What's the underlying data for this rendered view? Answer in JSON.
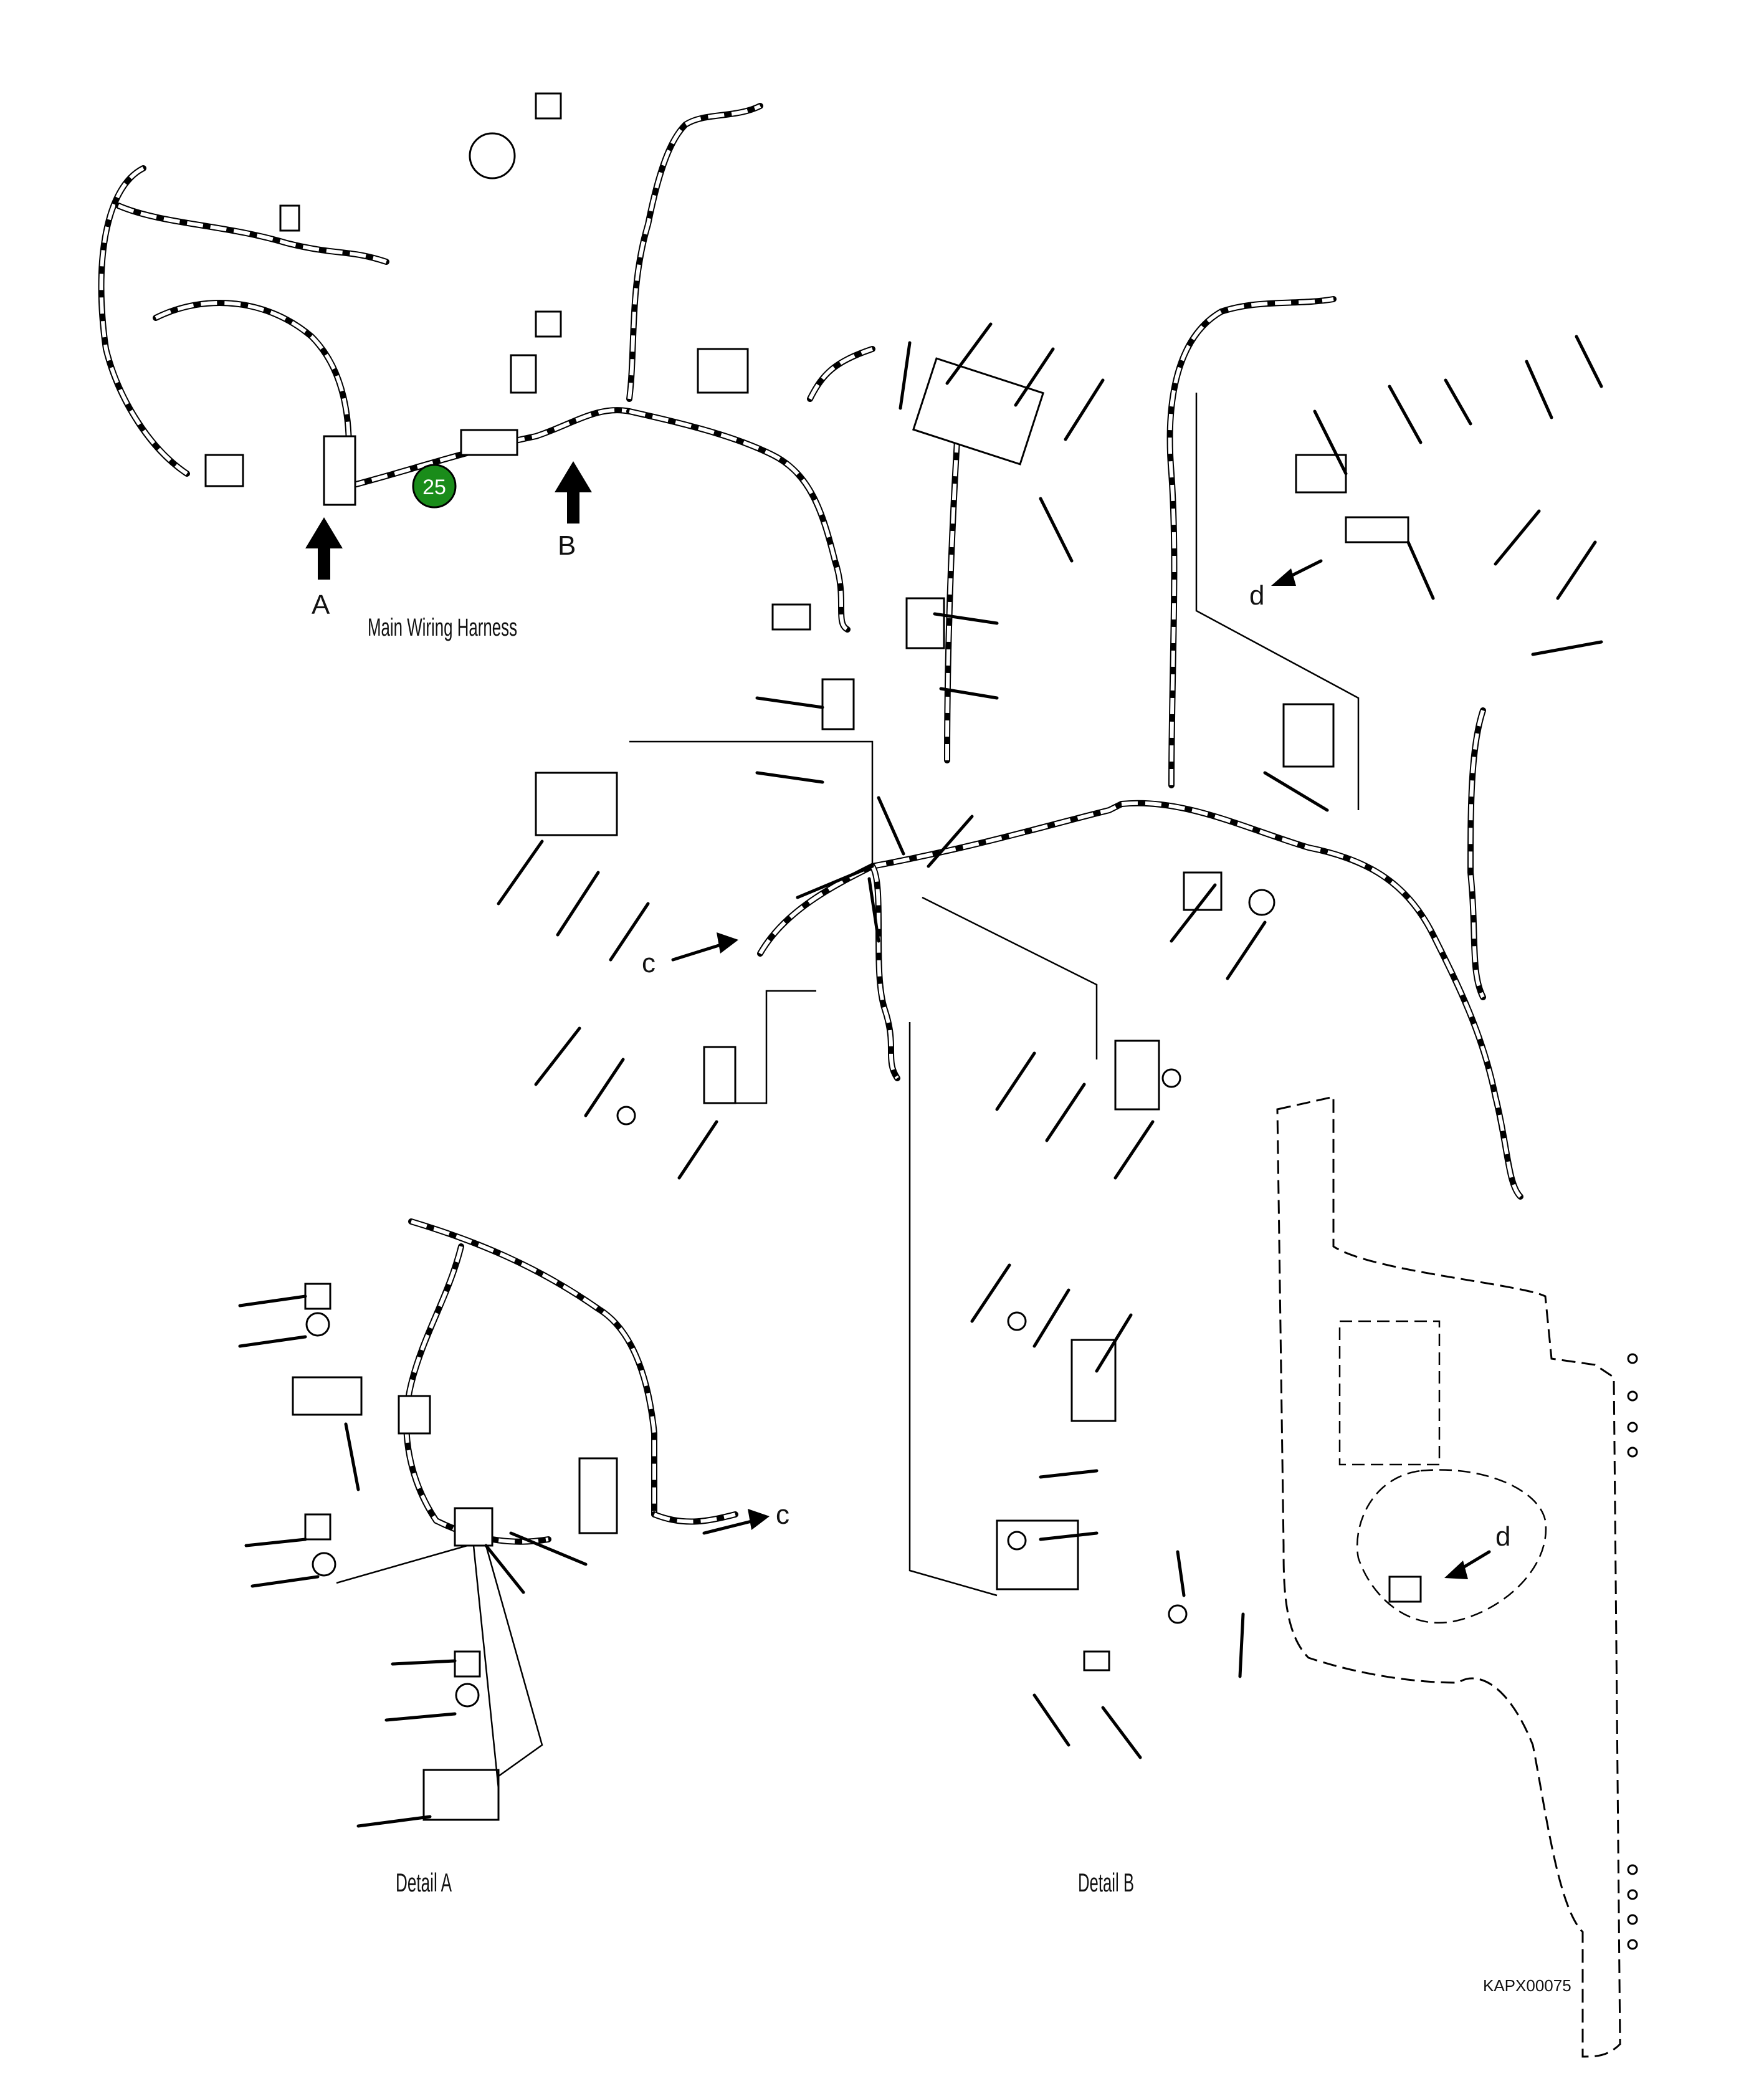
{
  "labels": {
    "main_title": "Main Wiring Harness",
    "view_a": "A",
    "view_b": "B",
    "ref_c": "c",
    "ref_d": "d",
    "detail_a": "Detail A",
    "detail_b": "Detail B",
    "figure_code": "KAPX00075"
  },
  "callout": {
    "number": "25",
    "color": "#1a8c1a"
  }
}
